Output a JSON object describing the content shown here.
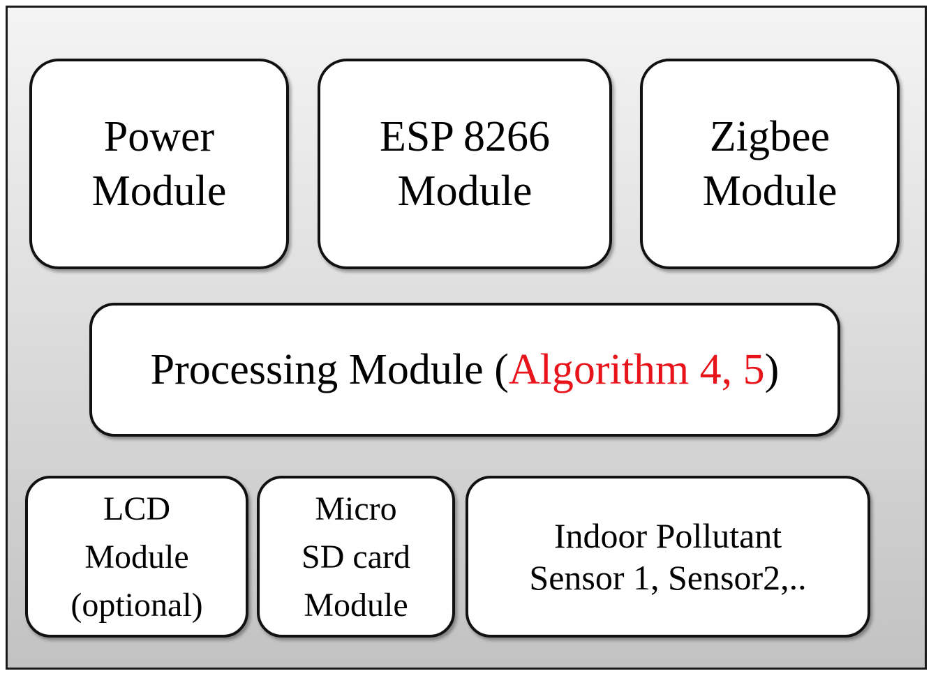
{
  "diagram": {
    "top_row": {
      "power": {
        "line1": "Power",
        "line2": "Module"
      },
      "esp": {
        "line1": "ESP 8266",
        "line2": "Module"
      },
      "zigbee": {
        "line1": "Zigbee",
        "line2": "Module"
      }
    },
    "processing": {
      "label": "Processing Module",
      "paren_open": "(",
      "accent_text": "Algorithm 4, 5",
      "paren_close": ")",
      "accent_color": "#e8141b"
    },
    "bottom_row": {
      "lcd": {
        "line1": "LCD",
        "line2": "Module",
        "line3": "(optional)"
      },
      "sd": {
        "line1": "Micro",
        "line2": "SD card",
        "line3": "Module"
      },
      "sensor": {
        "line1": "Indoor Pollutant",
        "line2": "Sensor 1, Sensor2,.."
      }
    }
  }
}
